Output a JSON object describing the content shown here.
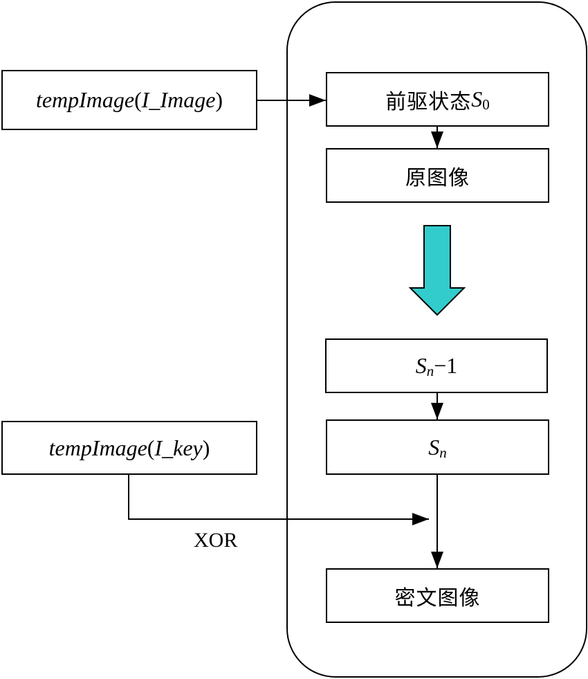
{
  "diagram": {
    "inputs": {
      "image": {
        "func": "tempImage",
        "open": "(",
        "arg": "I_Image",
        "close": ")"
      },
      "key": {
        "func": "tempImage",
        "open": "(",
        "arg": "I_key",
        "close": ")"
      }
    },
    "process": {
      "predecessor_state": {
        "text": "前驱状态",
        "var": "S",
        "sub": "0"
      },
      "original_image": "原图像",
      "state_prev": {
        "var": "S",
        "sub": "n",
        "suffix": "−1"
      },
      "state_n": {
        "var": "S",
        "sub": "n"
      },
      "cipher_image": "密文图像"
    },
    "operation_label": "XOR",
    "colors": {
      "big_arrow_fill": "#33CCCC",
      "stroke": "#000000",
      "background": "#FFFFFF"
    }
  }
}
